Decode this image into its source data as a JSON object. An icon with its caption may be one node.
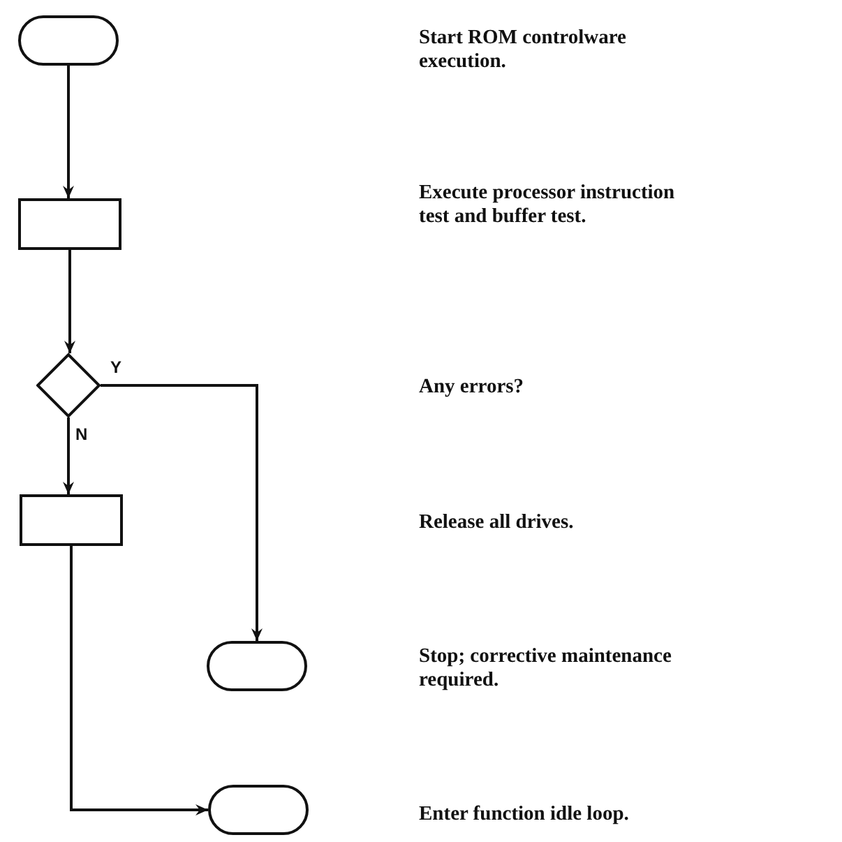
{
  "diagram": {
    "nodes": [
      {
        "text": [],
        "shape": "oval"
      },
      {
        "text": [],
        "shape": "box"
      },
      {
        "text": [],
        "shape": "diamond"
      },
      {
        "text": [],
        "shape": "box"
      },
      {
        "text": [],
        "shape": "oval"
      },
      {
        "text": [],
        "shape": "oval"
      }
    ],
    "labels": [
      "Start ROM controlware execution.",
      "Execute processor instruction test and buffer test.",
      "Any errors?",
      "Release all drives.",
      "Stop; corrective maintenance required.",
      "Enter function idle loop."
    ],
    "edges": [
      {
        "from": 0,
        "to": 1,
        "arrow": "to"
      },
      {
        "from": 1,
        "to": 2,
        "arrow": "to"
      },
      {
        "from": 2,
        "to": 4,
        "arrow": "to",
        "label": "Y"
      },
      {
        "from": 2,
        "to": 3,
        "arrow": "to",
        "label": "N"
      },
      {
        "from": 3,
        "to": 5,
        "arrow": "to"
      }
    ]
  }
}
